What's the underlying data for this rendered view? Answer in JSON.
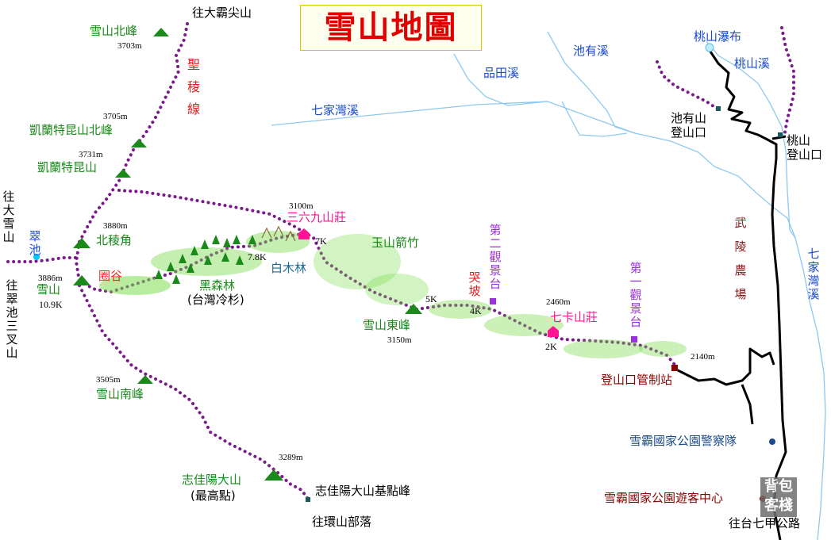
{
  "title": "雪山地圖",
  "colors": {
    "trail": "#7a1a8a",
    "road": "#000000",
    "river": "#8ec8ee",
    "peak": "#1a8a1a",
    "lodge": "#ff1493",
    "station": "#8b0000",
    "viewpoint": "#9a30e0",
    "forest": "#7ddc50"
  },
  "peaks": {
    "xueshan": {
      "name": "雪山",
      "alt": "3886m",
      "km": "10.9K"
    },
    "beilengjiao": {
      "name": "北稜角",
      "alt": "3880m"
    },
    "kailante": {
      "name": "凱蘭特昆山",
      "alt": "3731m"
    },
    "kailante_north": {
      "name": "凱蘭特昆山北峰",
      "alt": "3705m"
    },
    "xueshan_north": {
      "name": "雪山北峰",
      "alt": "3703m"
    },
    "xueshan_east": {
      "name": "雪山東峰",
      "alt": "3150m"
    },
    "xueshan_south": {
      "name": "雪山南峰",
      "alt": "3505m"
    },
    "zhijiayang": {
      "name": "志佳陽大山",
      "sub": "(最高點)",
      "alt": "3289m"
    }
  },
  "lodges": {
    "sanliujiu": {
      "name": "三六九山莊",
      "alt": "3100m",
      "km": "7K"
    },
    "qika": {
      "name": "七卡山莊",
      "alt": "2460m",
      "km": "2K"
    }
  },
  "stations": {
    "trailhead": {
      "name": "登山口管制站",
      "alt": "2140m"
    },
    "police": {
      "name": "雪霸國家公園警察隊"
    },
    "visitor": {
      "name": "雪霸國家公園遊客中心"
    },
    "zhijiayang_base": {
      "name": "志佳陽大山基點峰"
    }
  },
  "viewpoints": {
    "first": "第一觀景台",
    "second": "第二觀景台"
  },
  "places": {
    "kupo": "哭坡",
    "quangu": "圈谷",
    "black_forest": "黑森林",
    "black_forest_sub": "(台灣冷杉)",
    "baimulin": "白木林",
    "yushan_bamboo": "玉山箭竹",
    "cuichi": "翠池",
    "wuling_farm": "武陵農場",
    "taoshan_fall": "桃山瀑布",
    "chiyou_trailhead_1": "池有山",
    "chiyou_trailhead_2": "登山口",
    "taoshan_trailhead_1": "桃山",
    "taoshan_trailhead_2": "登山口"
  },
  "directions": {
    "dabajian": "往大霸尖山",
    "daxueshan": "往大雪山",
    "cuichi_sancha": "往翠池三叉山",
    "huanshan": "往環山部落",
    "taiqi": "往台七甲公路"
  },
  "rivers": {
    "qijiawan_left": "七家灣溪",
    "qijiawan_right": "七家灣溪",
    "pintian": "品田溪",
    "chiyou": "池有溪",
    "taoshan": "桃山溪"
  },
  "ridge": "聖稜線",
  "km_marks": {
    "k5": "5K",
    "k4": "4K",
    "k78": "7.8K"
  },
  "stamp": "背包客棧"
}
